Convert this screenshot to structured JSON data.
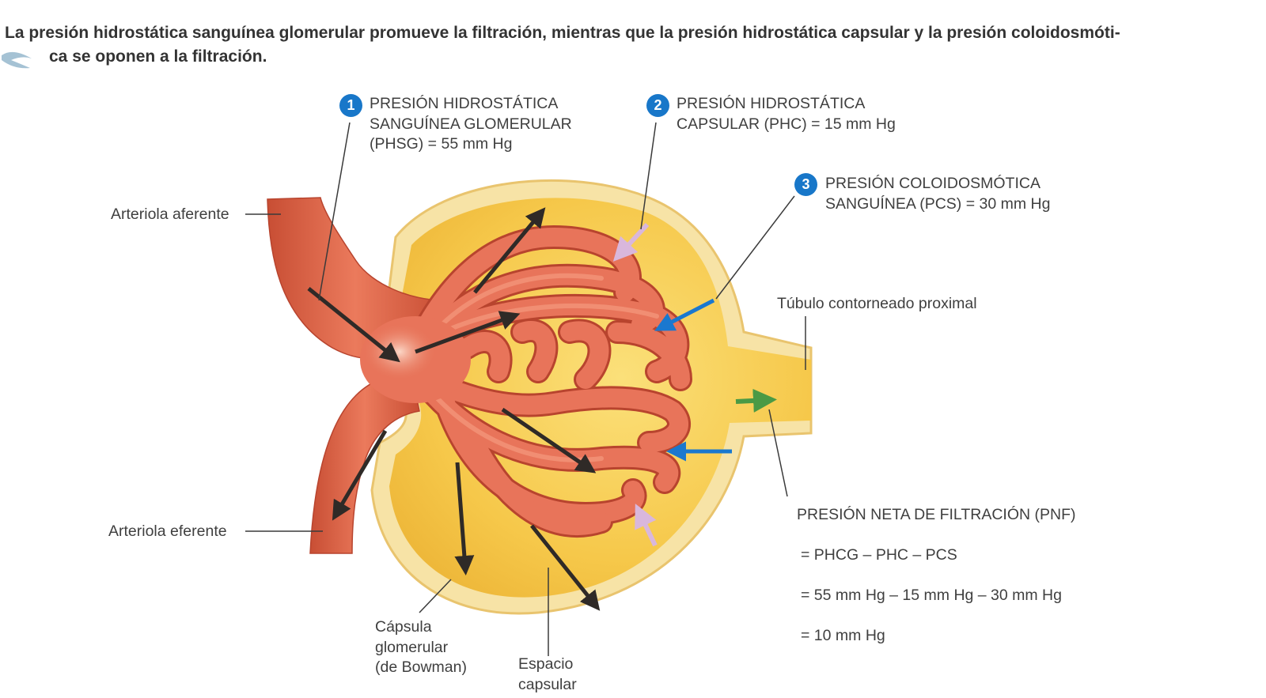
{
  "caption": {
    "line1": "La presión hidrostática sanguínea glomerular promueve la filtración, mientras que la presión hidrostática capsular y la presión coloidosmóti-",
    "line2": "ca se oponen a la filtración."
  },
  "pressures": [
    {
      "number": "1",
      "text": "PRESIÓN HIDROSTÁTICA\nSANGUÍNEA GLOMERULAR\n(PHSG) = 55 mm Hg"
    },
    {
      "number": "2",
      "text": "PRESIÓN HIDROSTÁTICA\nCAPSULAR (PHC) = 15 mm Hg"
    },
    {
      "number": "3",
      "text": "PRESIÓN COLOIDOSMÓTICA\nSANGUÍNEA (PCS) = 30 mm Hg"
    }
  ],
  "labels": {
    "afferent": "Arteriola aferente",
    "efferent": "Arteriola eferente",
    "pct": "Túbulo contorneado proximal",
    "capsule": "Cápsula\nglomerular\n(de Bowman)",
    "space": "Espacio\ncapsular"
  },
  "net_filtration": {
    "title": "PRESIÓN NETA DE FILTRACIÓN (PNF)",
    "line1": "= PHCG – PHC – PCS",
    "line2": "= 55 mm Hg – 15 mm Hg – 30 mm Hg",
    "line3": "= 10 mm Hg"
  },
  "colors": {
    "vessel": "#e2694d",
    "vessel_dark": "#b8442e",
    "capsule_fill": "#f6c74a",
    "capsule_wall": "#f3dd8a",
    "arrow_dark": "#2f2a27",
    "arrow_blue": "#1a78cf",
    "arrow_lilac": "#d9b7dc",
    "arrow_green": "#4a9a45",
    "badge": "#1877c9"
  }
}
